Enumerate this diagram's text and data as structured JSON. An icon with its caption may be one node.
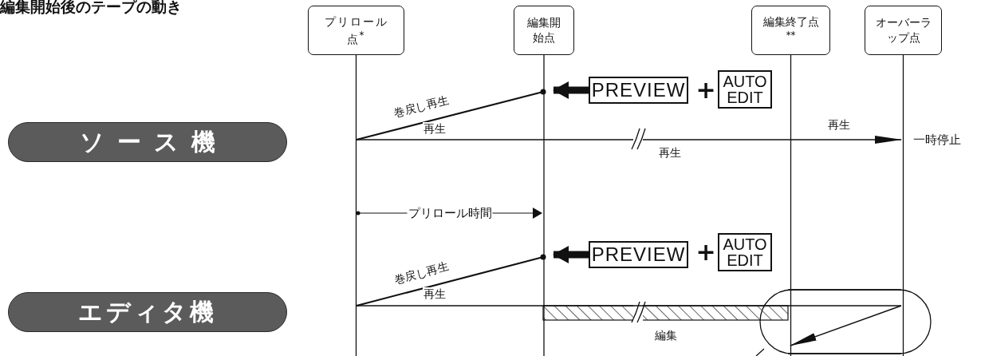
{
  "diagram": {
    "title": "編集開始後のテープの動き",
    "nodes": [
      {
        "text": [
          "プリロール点$^{*}$"
        ]
      },
      {
        "text": [
          "編集開始点"
        ]
      },
      {
        "text": [
          "編集終了点$^{**}$"
        ]
      },
      {
        "text": [
          "オーバーラップ点"
        ]
      },
      {
        "text": [
          "ソース機"
        ]
      },
      {
        "text": [
          "PREVIEW"
        ]
      },
      {
        "text": [
          "AUTO EDIT"
        ]
      },
      {
        "text": [
          "エディタ機"
        ]
      },
      {
        "text": [
          "PREVIEW"
        ]
      },
      {
        "text": [
          "AUTO EDIT"
        ]
      }
    ],
    "edges": [
      {
        "from": 0,
        "to": null,
        "arrow": "none"
      },
      {
        "from": 1,
        "to": null,
        "arrow": "none"
      },
      {
        "from": 2,
        "to": null,
        "arrow": "none"
      },
      {
        "from": 3,
        "to": null,
        "arrow": "none"
      },
      {
        "from": 5,
        "to": null,
        "arrow": "to",
        "style": "thick"
      },
      {
        "from": 8,
        "to": null,
        "arrow": "to",
        "style": "thick"
      }
    ],
    "labels": [
      "巻戻し再生",
      "再生",
      "再生",
      "再生",
      "一時停止",
      "+",
      "プリロール時間",
      "巻戻し再生",
      "再生",
      "+",
      "編集"
    ]
  }
}
